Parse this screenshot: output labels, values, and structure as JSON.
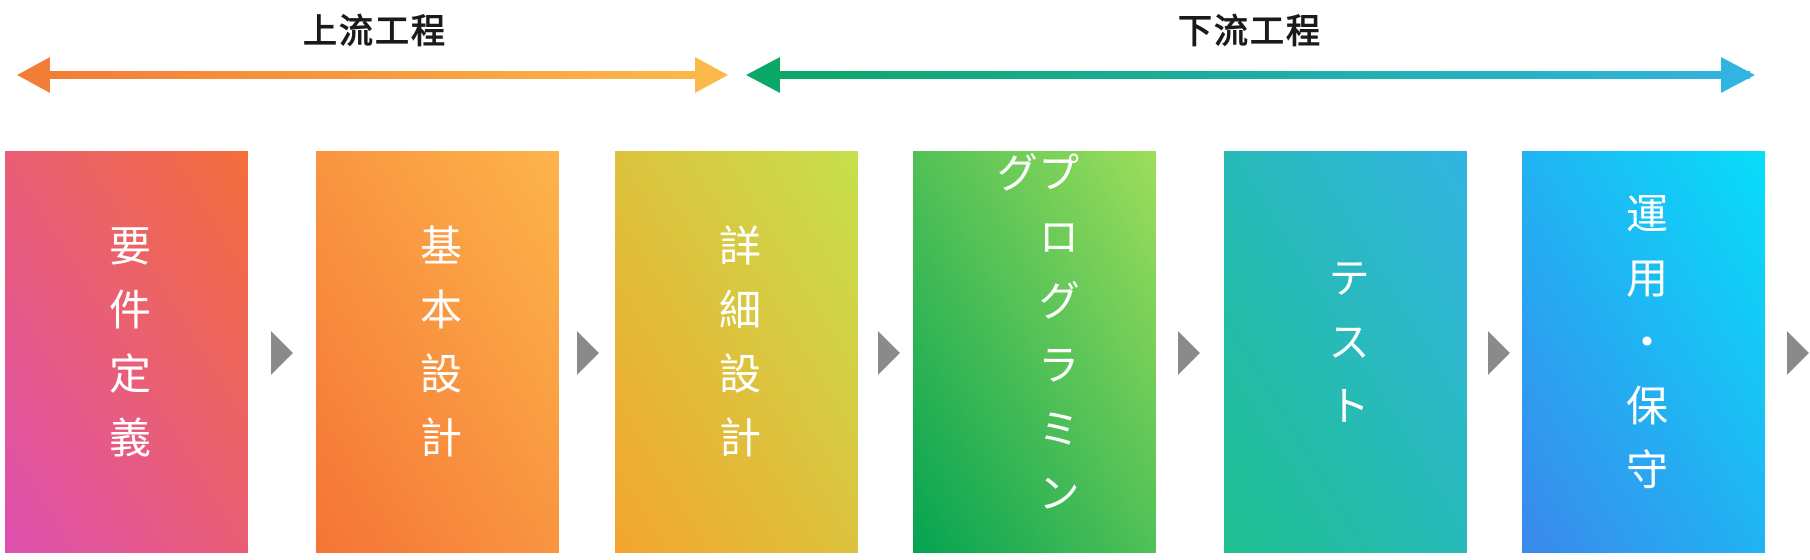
{
  "phases": {
    "upstream": "上流工程",
    "downstream": "下流工程"
  },
  "steps": [
    {
      "label": "要件定義",
      "color_from": "#f46e3a",
      "color_to": "#de4fb0"
    },
    {
      "label": "基本設計",
      "color_from": "#fdb54a",
      "color_to": "#f57436"
    },
    {
      "label": "詳細設計",
      "color_from": "#c6e04d",
      "color_to": "#f3a52e"
    },
    {
      "label": "プログラミング",
      "color_from": "#9ede5b",
      "color_to": "#04a352"
    },
    {
      "label": "テスト",
      "color_from": "#31b4e2",
      "color_to": "#1fc090"
    },
    {
      "label": "運用・保守",
      "color_from": "#07defa",
      "color_to": "#3b88eb"
    }
  ],
  "colors": {
    "upstream_arrow_from": "#f27d36",
    "upstream_arrow_to": "#fbb94a",
    "downstream_arrow_from": "#0aa866",
    "downstream_arrow_to": "#31b4e2",
    "chevron": "#8a8a8a"
  }
}
